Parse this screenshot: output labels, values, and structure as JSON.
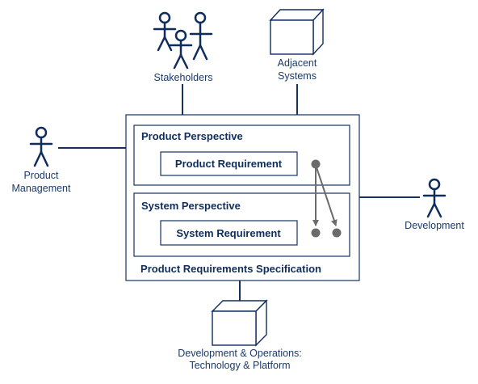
{
  "actors": {
    "stakeholders": "Stakeholders",
    "product_management_line1": "Product",
    "product_management_line2": "Management",
    "development": "Development"
  },
  "systems": {
    "adjacent_line1": "Adjacent",
    "adjacent_line2": "Systems",
    "devops_line1": "Development & Operations:",
    "devops_line2": "Technology & Platform"
  },
  "spec": {
    "title": "Product Requirements Specification",
    "product_perspective": "Product Perspective",
    "product_requirement": "Product Requirement",
    "system_perspective": "System Perspective",
    "system_requirement": "System Requirement"
  },
  "colors": {
    "ink": "#0f2d5c",
    "line": "#15325f",
    "node": "#6b6b6b"
  }
}
